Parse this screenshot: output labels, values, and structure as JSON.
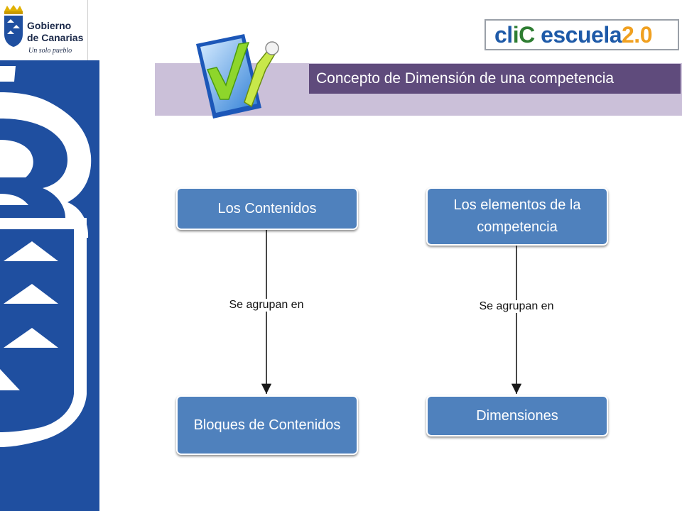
{
  "logo": {
    "line1": "Gobierno",
    "line2": "de Canarias",
    "tagline": "Un solo pueblo"
  },
  "header": {
    "title": "Concepto de Dimensión de una competencia"
  },
  "brand_logo": {
    "part1": "cl",
    "part2": "iC",
    "part3": " escuela",
    "part4": "2.0"
  },
  "nodes": [
    {
      "id": "n1",
      "label": "Los Contenidos"
    },
    {
      "id": "n2",
      "label": "Bloques de Contenidos"
    },
    {
      "id": "n3",
      "label": "Los elementos de la competencia"
    },
    {
      "id": "n4",
      "label": "Dimensiones"
    }
  ],
  "edges": [
    {
      "from": "n1",
      "to": "n2",
      "label": "Se agrupan en"
    },
    {
      "from": "n3",
      "to": "n4",
      "label": "Se agrupan en"
    }
  ],
  "colors": {
    "node_fill": "#4f81bd",
    "header_fill": "#5f4b7c",
    "header_band": "#cbc0d9",
    "left_band": "#1f4fa0"
  },
  "icons": [
    "coat-of-arms-icon",
    "task-checklist-icon"
  ]
}
